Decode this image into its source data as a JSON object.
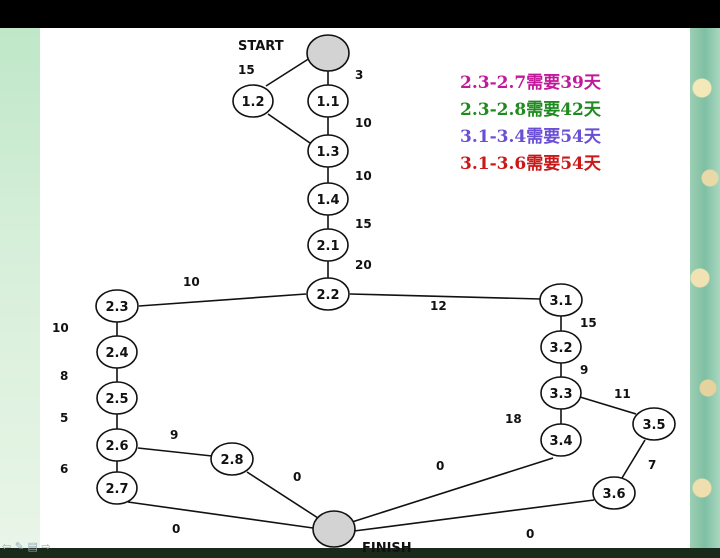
{
  "diagram": {
    "start_label": "START",
    "finish_label": "FINISH",
    "nodes": [
      "1.2",
      "1.1",
      "1.3",
      "1.4",
      "2.1",
      "2.2",
      "2.3",
      "2.4",
      "2.5",
      "2.6",
      "2.7",
      "2.8",
      "3.1",
      "3.2",
      "3.3",
      "3.4",
      "3.5",
      "3.6"
    ],
    "edge_labels": {
      "start_1_2": "15",
      "start_1_1": "3",
      "e_1_1_1_3": "10",
      "e_1_3_1_4": "10",
      "e_1_4_2_1": "15",
      "e_2_1_2_2": "20",
      "e_2_2_2_3": "10",
      "e_2_2_3_1": "12",
      "e_2_3_2_4": "10",
      "e_2_4_2_5": "8",
      "e_2_5_2_6": "5",
      "e_2_6_2_7": "6",
      "e_2_6_2_8": "9",
      "e_2_8_finish": "0",
      "e_2_7_finish": "0",
      "e_3_1_3_2": "15",
      "e_3_2_3_3": "9",
      "e_3_3_3_4": "18",
      "e_3_3_3_5": "11",
      "e_3_5_3_6": "7",
      "e_3_4_finish": "0",
      "e_3_6_finish": "0"
    }
  },
  "notes": [
    {
      "text": "2.3-2.7需要39天",
      "color": "#c0199a"
    },
    {
      "text": "2.3-2.8需要42天",
      "color": "#1f8a1f"
    },
    {
      "text": "3.1-3.4需要54天",
      "color": "#6a4fd6"
    },
    {
      "text": "3.1-3.6需要54天",
      "color": "#c81818"
    }
  ],
  "colors": {
    "start_finish_fill": "#d3d3d3",
    "node_fill": "#ffffff",
    "stroke": "#111111"
  }
}
